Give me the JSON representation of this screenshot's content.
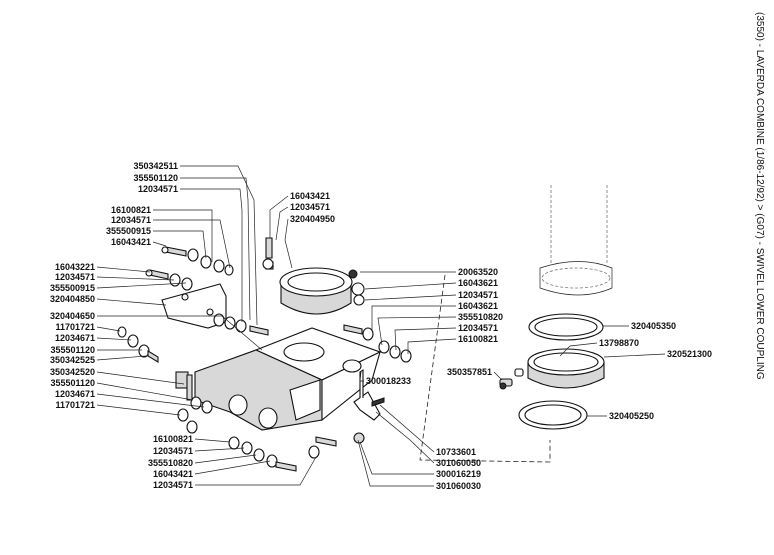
{
  "title": "(3550) - LAVERDA COMBINE (1/86-12/92) > (G07) - SWIVEL LOWER COUPLING",
  "left_labels": [
    "350342511",
    "355501120",
    "12034571",
    "16100821",
    "12034571",
    "355500915",
    "16043421",
    "16043221",
    "12034571",
    "355500915",
    "320404850",
    "320404650",
    "11701721",
    "12034671",
    "355501120",
    "350342525",
    "350342520",
    "355501120",
    "12034671",
    "11701721",
    "16100821",
    "12034571",
    "355510820",
    "16043421",
    "12034571"
  ],
  "center_labels": [
    "16043421",
    "12034571",
    "320404950"
  ],
  "right_labels": [
    "20063520",
    "16043621",
    "12034571",
    "16043621",
    "355510820",
    "12034571",
    "16100821"
  ],
  "middle_labels": [
    "300018233",
    "10733601",
    "301060050",
    "300016219",
    "301060030"
  ],
  "far_right_labels": [
    "320405350",
    "13798870",
    "320521300",
    "350357851",
    "320405250"
  ]
}
